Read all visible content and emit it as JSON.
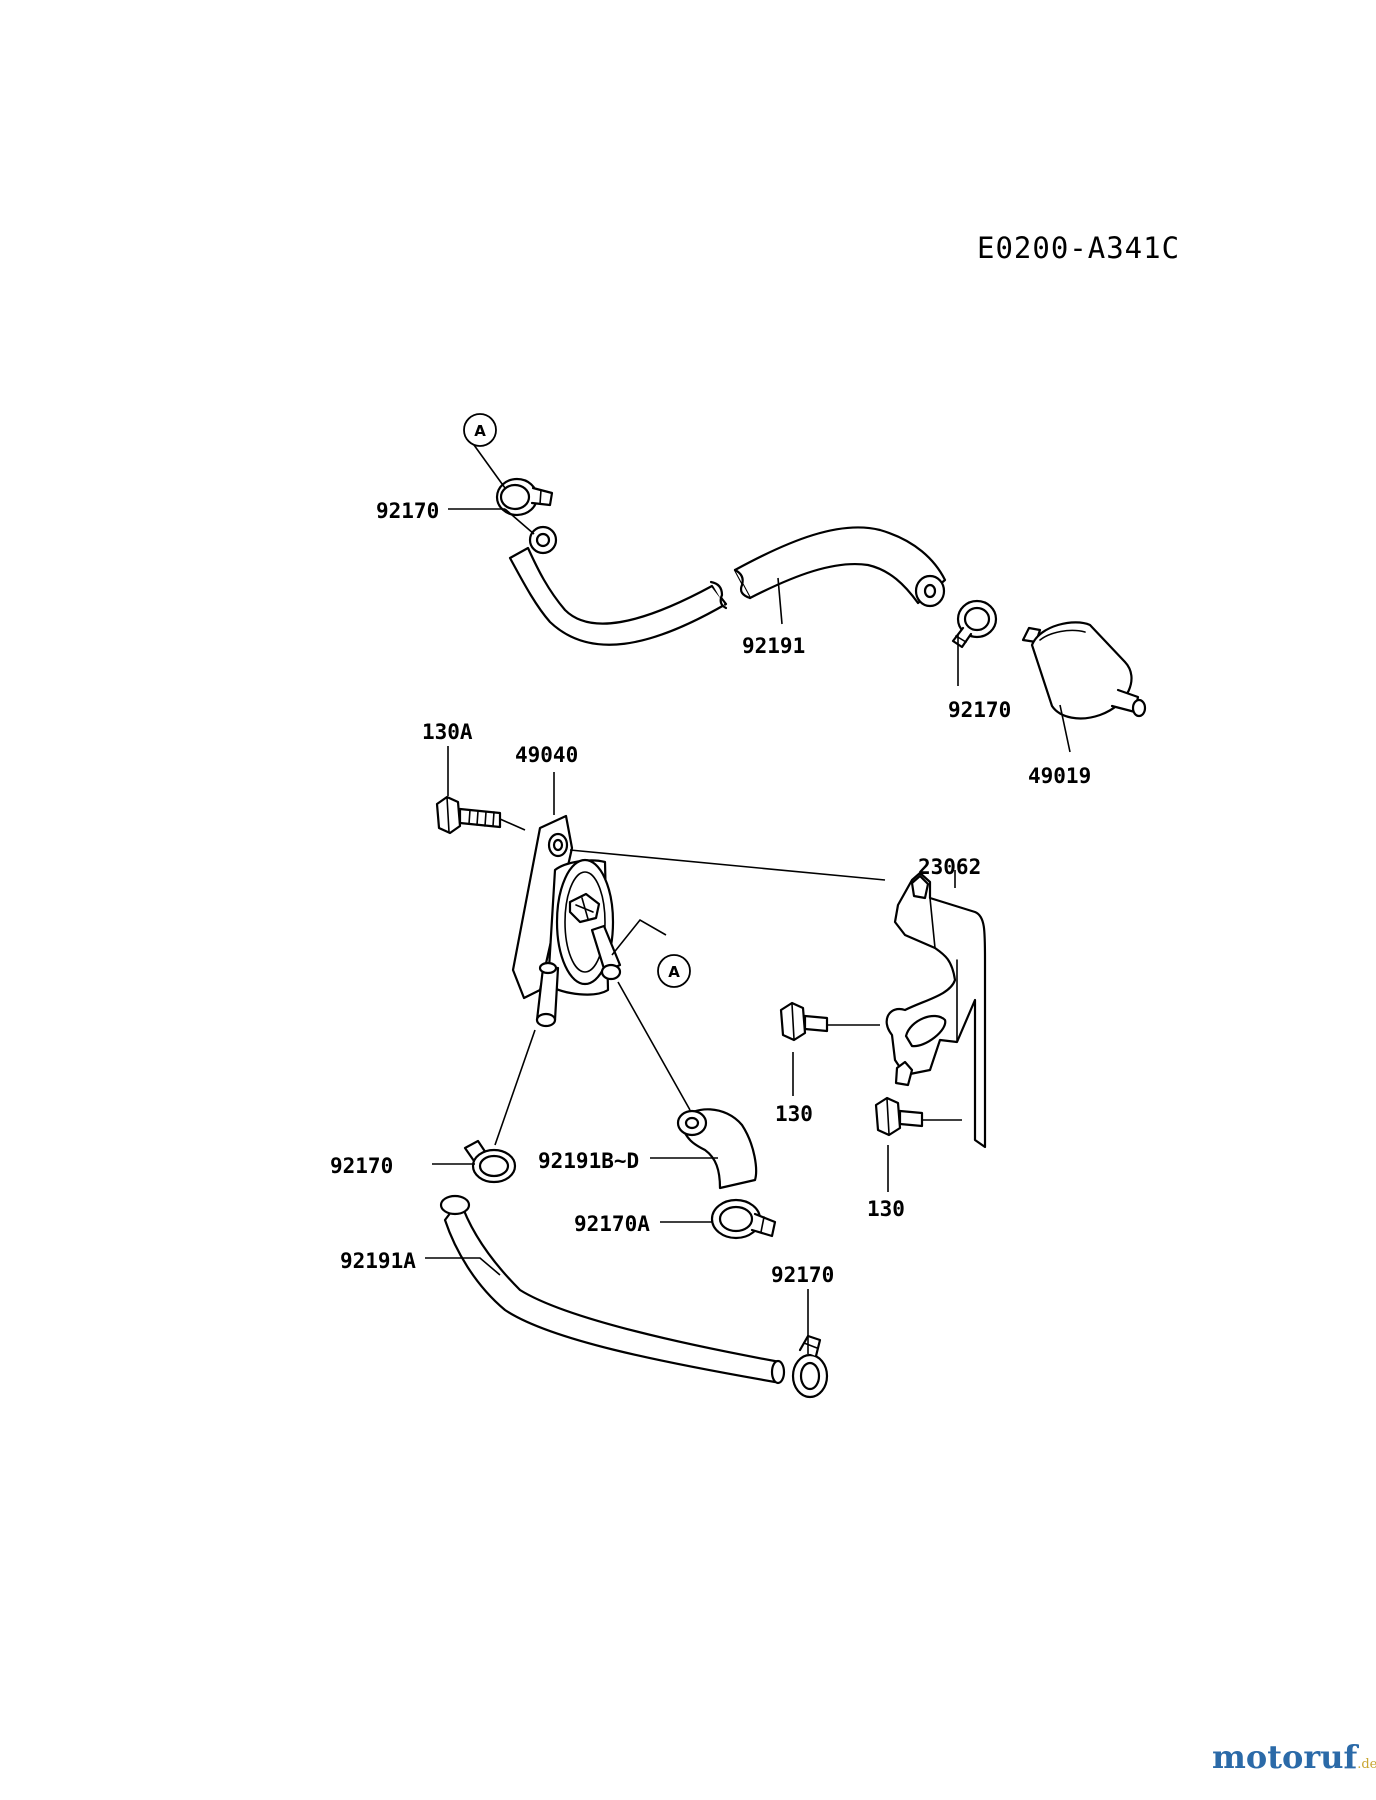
{
  "diagram_code": "E0200-A341C",
  "ref_marker": "A",
  "parts": {
    "clamp_top_left": "92170",
    "hose_top": "92191",
    "clamp_top_right": "92170",
    "fuel_filter": "49019",
    "bolt_pump": "130A",
    "fuel_pump": "49040",
    "bracket": "23062",
    "bolt_upper": "130",
    "bolt_lower": "130",
    "clamp_lower_left": "92170",
    "elbow_hose": "92191B~D",
    "clamp_elbow": "92170A",
    "hose_lower": "92191A",
    "clamp_lower_right": "92170"
  },
  "watermark": {
    "name": "motoruf",
    "tld": ".de"
  }
}
